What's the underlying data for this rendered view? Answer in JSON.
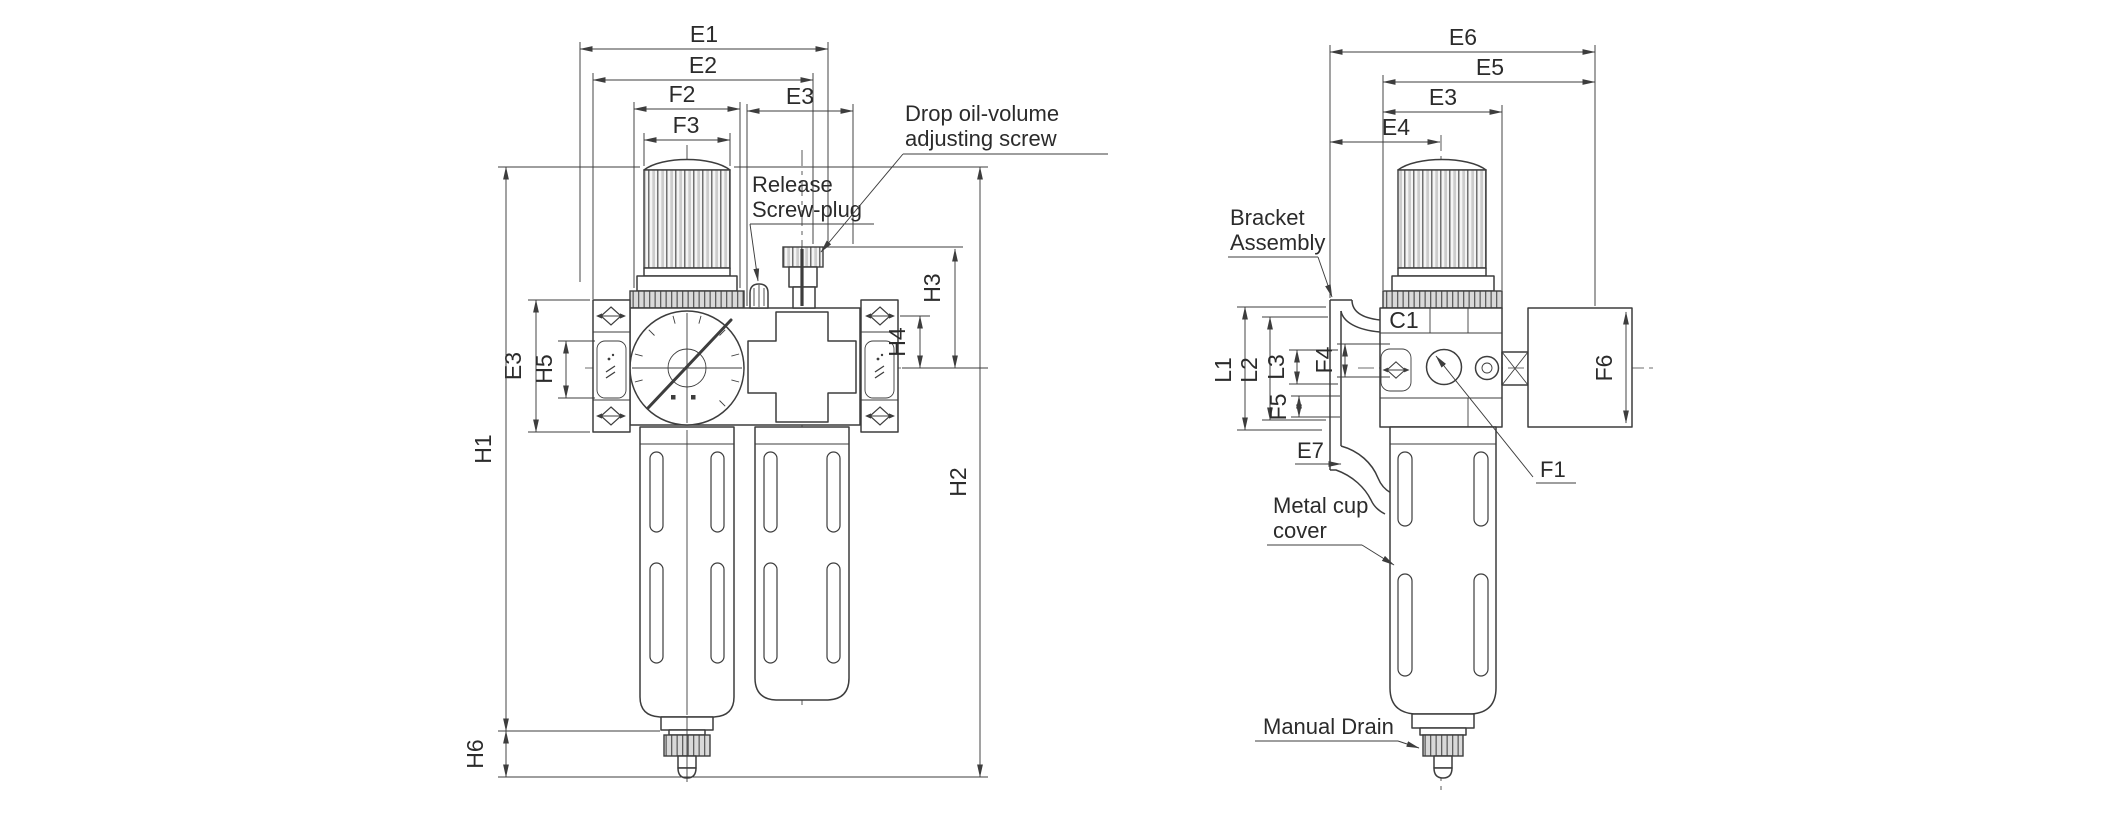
{
  "colors": {
    "line": "#3d3d3d",
    "text": "#2b2b2b",
    "rib_dark": "#6f6f6f",
    "rib_light": "#cccccc",
    "knurl_bg": "#d9d9d9",
    "background": "#ffffff"
  },
  "front_view": {
    "dims": {
      "e1": "E1",
      "e2": "E2",
      "f2": "F2",
      "f3": "F3",
      "e3_top": "E3",
      "e3_side": "E3",
      "h5": "H5",
      "h1": "H1",
      "h6": "H6",
      "h3": "H3",
      "h4": "H4",
      "h2": "H2"
    },
    "callouts": {
      "drop_oil_line1": "Drop oil-volume",
      "drop_oil_line2": "adjusting screw",
      "release_line1": "Release",
      "release_line2": "Screw-plug"
    }
  },
  "side_view": {
    "dims": {
      "e6": "E6",
      "e5": "E5",
      "e3": "E3",
      "e4": "E4",
      "c1": "C1",
      "l1": "L1",
      "l2": "L2",
      "l3": "L3",
      "f4": "F4",
      "f5": "F5",
      "e7": "E7",
      "f6": "F6",
      "f1": "F1"
    },
    "callouts": {
      "bracket_line1": "Bracket",
      "bracket_line2": "Assembly",
      "metal_cup_line1": "Metal cup",
      "metal_cup_line2": "cover",
      "manual_drain": "Manual Drain"
    }
  }
}
